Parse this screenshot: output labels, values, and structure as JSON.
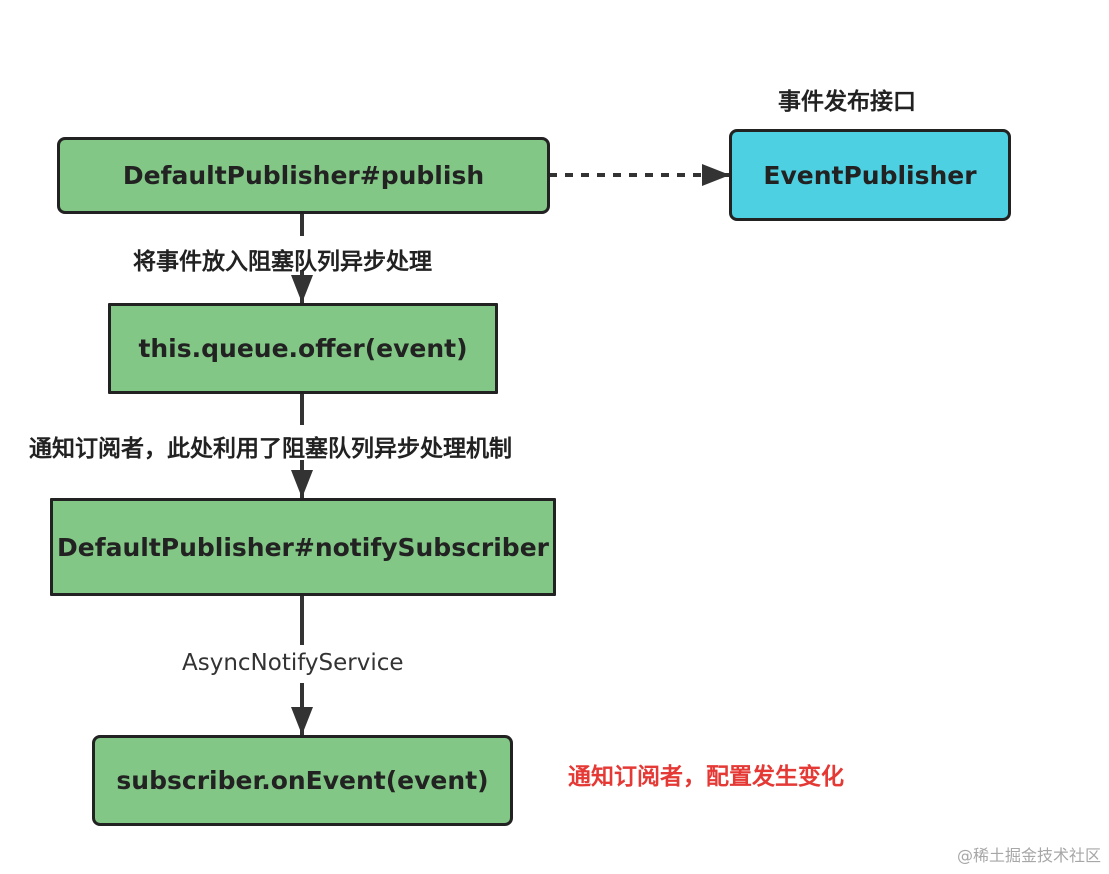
{
  "nodes": {
    "publish": "DefaultPublisher#publish",
    "event_publisher": "EventPublisher",
    "queue_offer": "this.queue.offer(event)",
    "notify_subscriber": "DefaultPublisher#notifySubscriber",
    "on_event": "subscriber.onEvent(event)"
  },
  "labels": {
    "interface_caption": "事件发布接口",
    "edge_publish_to_queue": "将事件放入阻塞队列异步处理",
    "edge_queue_to_notify": "通知订阅者，此处利用了阻塞队列异步处理机制",
    "edge_notify_to_event": "AsyncNotifyService",
    "side_note": "通知订阅者，配置发生变化"
  },
  "watermark": "@稀土掘金技术社区",
  "colors": {
    "node_fill": "#82c785",
    "interface_fill": "#4dd0e1",
    "stroke": "#222222",
    "note": "#e53935"
  }
}
